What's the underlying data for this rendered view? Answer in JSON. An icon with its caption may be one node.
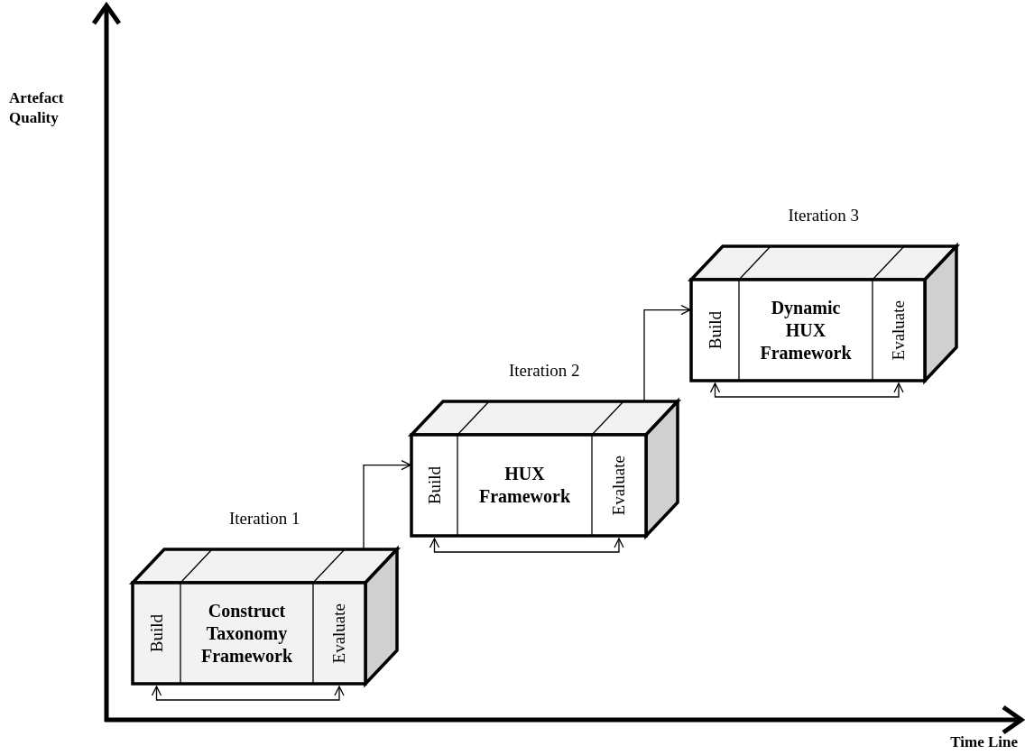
{
  "diagram": {
    "nodes": [
      {
        "text": [
          "Iteration 1"
        ]
      },
      {
        "text": [
          "Build"
        ],
        "in": 0
      },
      {
        "text": [
          "Construct Taxonomy Framework"
        ],
        "in": 0
      },
      {
        "text": [
          "Evaluate"
        ],
        "in": 0
      },
      {
        "text": [
          "Iteration 2"
        ]
      },
      {
        "text": [
          "Build"
        ],
        "in": 4
      },
      {
        "text": [
          "HUX Framework"
        ],
        "in": 4
      },
      {
        "text": [
          "Evaluate"
        ],
        "in": 4
      },
      {
        "text": [
          "Iteration 3"
        ]
      },
      {
        "text": [
          "Build"
        ],
        "in": 8
      },
      {
        "text": [
          "Dynamic HUX Framework"
        ],
        "in": 8
      },
      {
        "text": [
          "Evaluate"
        ],
        "in": 8
      }
    ],
    "edges": [
      {
        "from": 3,
        "to": 1,
        "arrow": "both"
      },
      {
        "from": 3,
        "to": 5,
        "arrow": "to"
      },
      {
        "from": 7,
        "to": 5,
        "arrow": "both"
      },
      {
        "from": 7,
        "to": 9,
        "arrow": "to"
      },
      {
        "from": 11,
        "to": 9,
        "arrow": "both"
      }
    ],
    "labels": [
      "Artefact Quality",
      "Time Line"
    ]
  }
}
